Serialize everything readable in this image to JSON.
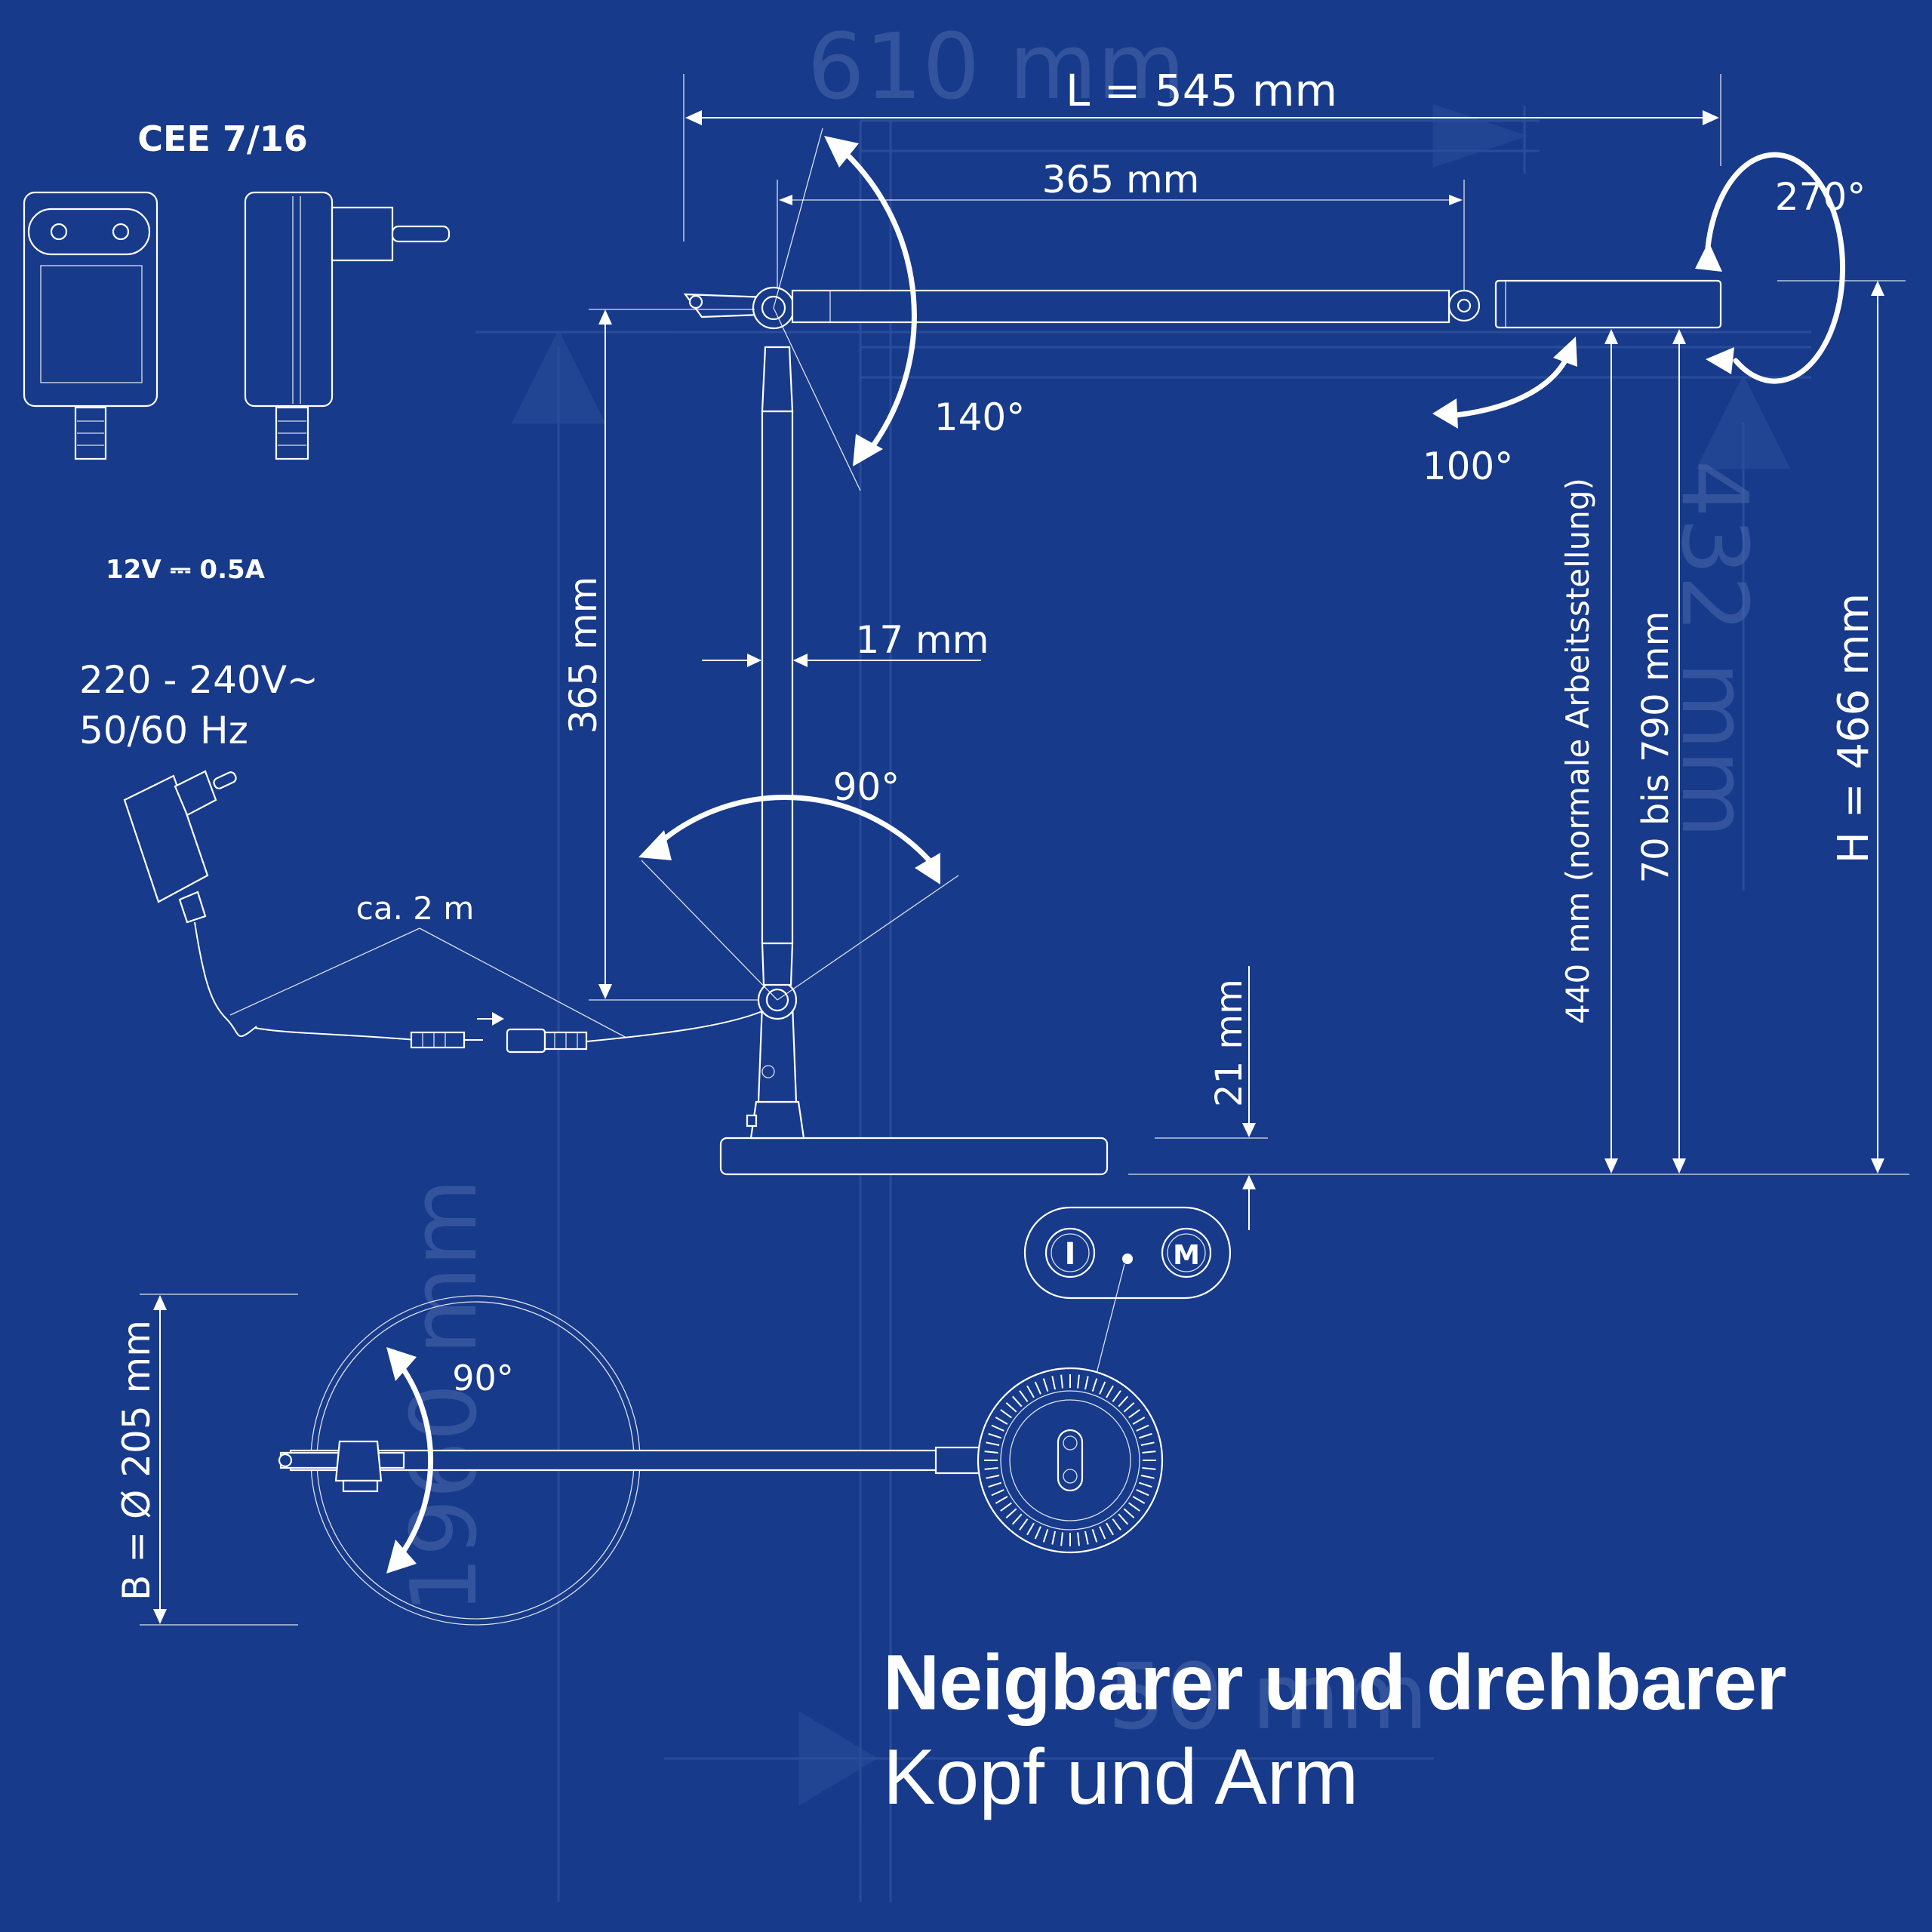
{
  "plug": {
    "standard": "CEE 7/16",
    "output": "12V ⎓ 0.5A",
    "input_voltage": "220 - 240V~",
    "input_frequency": "50/60 Hz",
    "cable": "ca. 2 m"
  },
  "dimensions": {
    "length": "L = 545 mm",
    "arm_upper": "365 mm",
    "arm_vertical": "365 mm",
    "column": "17 mm",
    "base_height": "21 mm",
    "work_height": "440 mm (normale Arbeitsstellung)",
    "height_range": "70 bis 790 mm",
    "height": "H = 466 mm",
    "base_width": "B = Ø 205 mm"
  },
  "angles": {
    "head_rotate": "270°",
    "head_tilt": "100°",
    "arm_joint": "140°",
    "base_joint": "90°",
    "base_rotate": "90°"
  },
  "controls": {
    "power_label": "I",
    "mode_label": "M"
  },
  "background_marks": {
    "m1": "610 mm",
    "m2": "432 mm",
    "m3": "1960 mm",
    "m4": "50 mm"
  },
  "headline": {
    "line1": "Neigbarer und drehbarer",
    "line2": "Kopf und Arm"
  },
  "colors": {
    "background": "#173a8a",
    "line": "#ffffff",
    "ghost": "#4a68ad"
  },
  "icons": {
    "plug_front": "euro-plug-icon",
    "plug_side": "plug-side-icon",
    "adapter": "power-adapter-icon"
  }
}
